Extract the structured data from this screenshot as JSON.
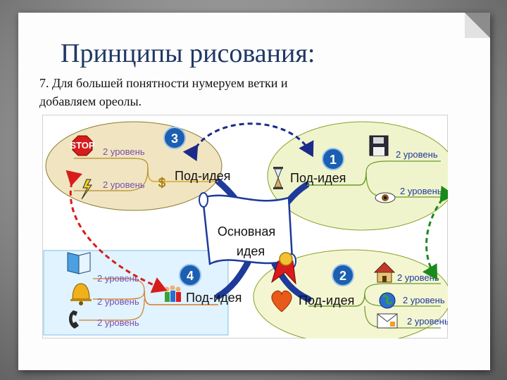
{
  "slide": {
    "title": "Принципы рисования:",
    "subtitle_line1": "7. Для большей понятности нумеруем ветки и",
    "subtitle_line2": "добавляем ореолы."
  },
  "mindmap": {
    "center": {
      "line1": "Основная",
      "line2": "идея"
    },
    "branches": [
      {
        "number": "1",
        "label": "Под-идея",
        "leaves": [
          "2 уровень",
          "2 уровень"
        ]
      },
      {
        "number": "2",
        "label": "Под-идея",
        "leaves": [
          "2 уровень",
          "2 уровень",
          "2 уровень"
        ]
      },
      {
        "number": "3",
        "label": "Под-идея",
        "leaves": [
          "2 уровень",
          "2 уровень"
        ]
      },
      {
        "number": "4",
        "label": "Под-идея",
        "leaves": [
          "2 уровень",
          "2 уровень",
          "2 уровень"
        ]
      }
    ],
    "icons": {
      "stop_sign": "STOP",
      "dollar": "$"
    },
    "colors": {
      "halo_1": "#f0f4cc",
      "halo_2": "#f4f6d2",
      "halo_3": "#f0e5c0",
      "halo_4": "#e0f3ff",
      "arrow_1_2": "#1a8a1a",
      "arrow_3_4": "#d81c1c",
      "arrow_3_1": "#1a2b8a",
      "badge": "#1b5fb0"
    }
  }
}
